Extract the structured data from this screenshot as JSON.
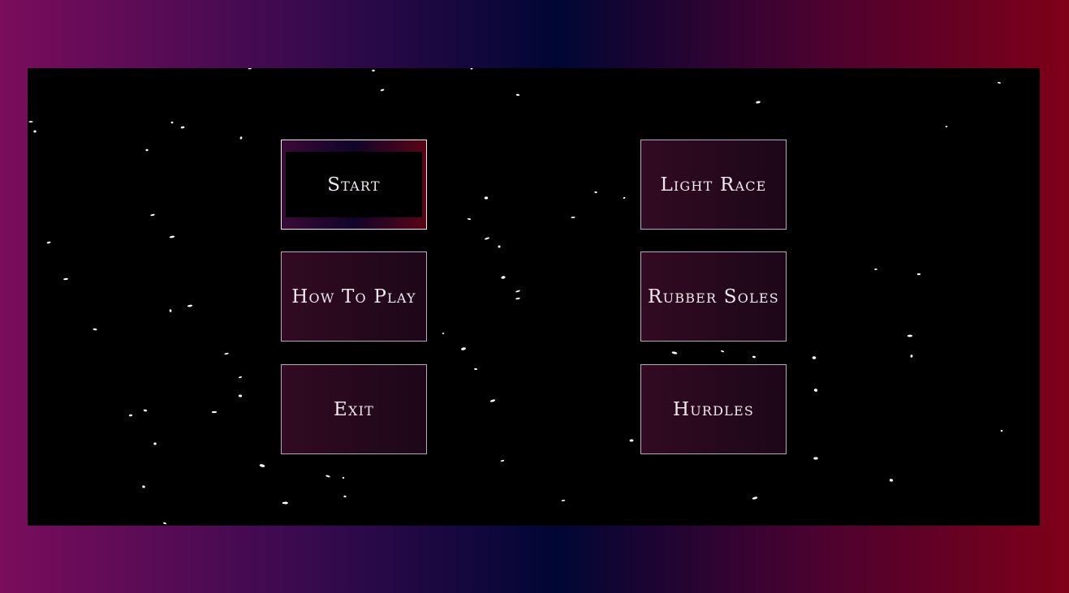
{
  "menu": {
    "left_column": [
      {
        "id": "start",
        "label": "Start",
        "selected": true
      },
      {
        "id": "how-to-play",
        "label": "How To Play",
        "selected": false
      },
      {
        "id": "exit",
        "label": "Exit",
        "selected": false
      }
    ],
    "right_column": [
      {
        "id": "light-race",
        "label": "Light Race",
        "selected": false
      },
      {
        "id": "rubber-soles",
        "label": "Rubber Soles",
        "selected": false
      },
      {
        "id": "hurdles",
        "label": "Hurdles",
        "selected": false
      }
    ]
  },
  "colors": {
    "border_gradient": [
      "#7a0d5c",
      "#3a0a4f",
      "#000634",
      "#4a0230",
      "#7e0018"
    ],
    "canvas_background": "#000000",
    "button_fill": "#320a22",
    "button_border": "#b9a9b8",
    "label_color": "#f1eaf0",
    "star_color": "#ffffff"
  }
}
